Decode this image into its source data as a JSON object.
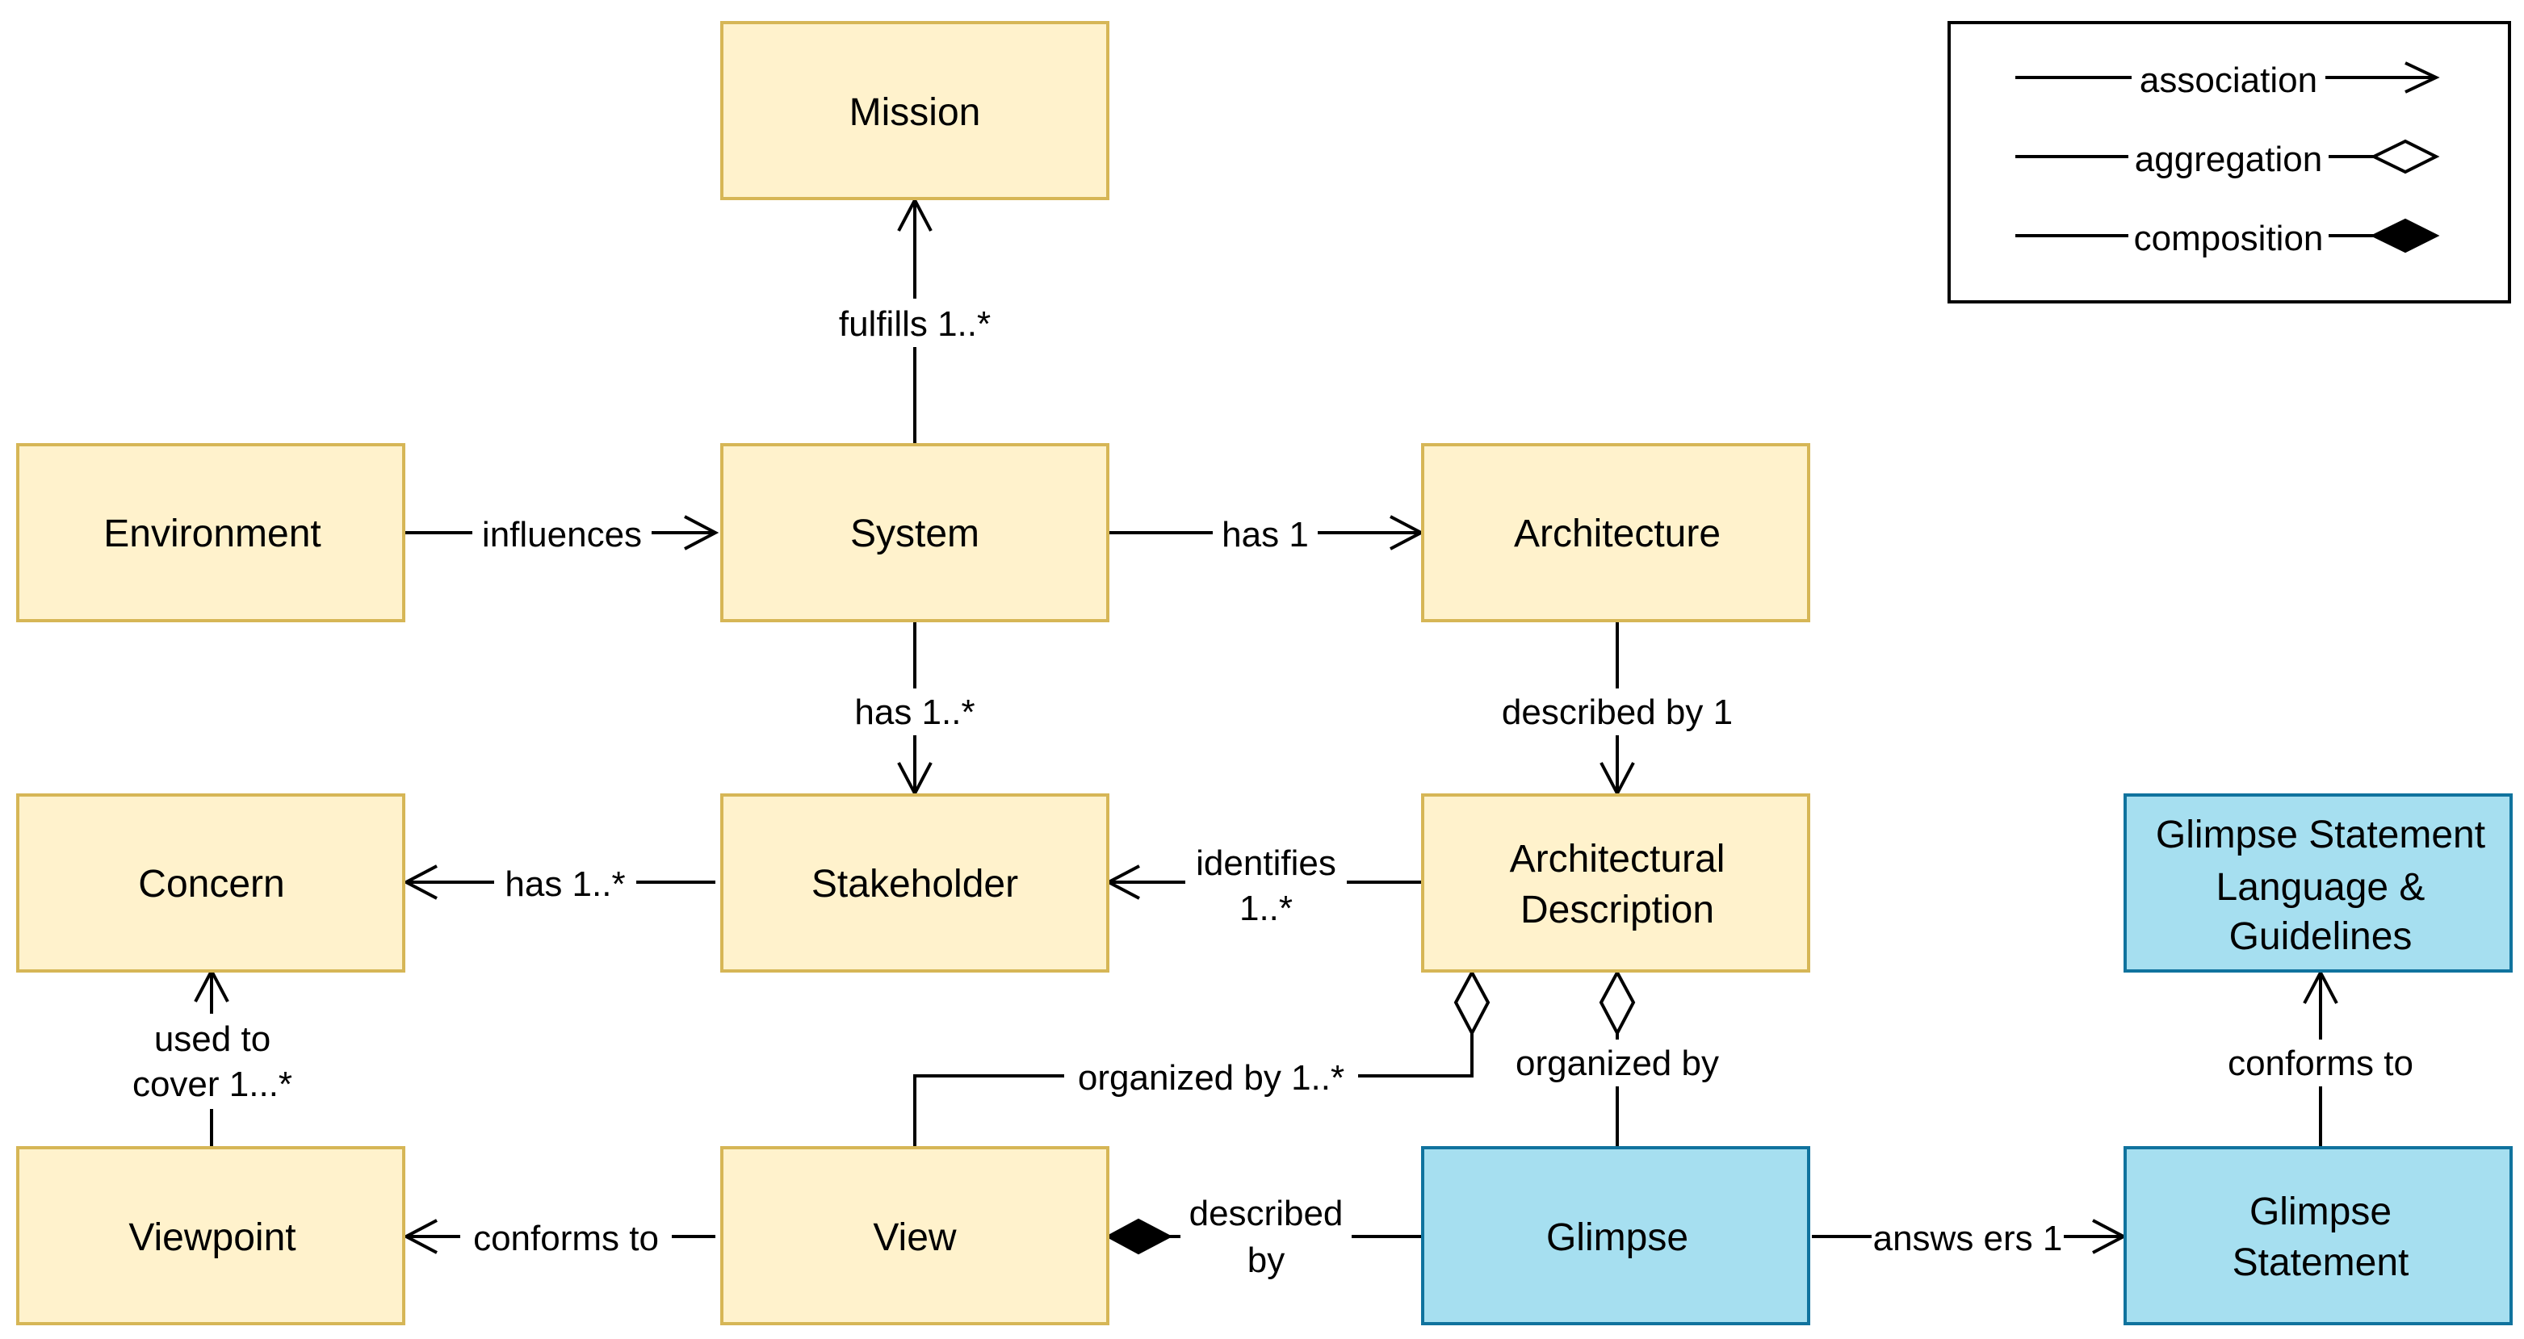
{
  "colors": {
    "class_fill": "#fff2cc",
    "class_stroke": "#d6b656",
    "glimpse_fill": "#a6dff0",
    "glimpse_stroke": "#10739e",
    "line": "#000000"
  },
  "nodes": {
    "mission": {
      "label": "Mission"
    },
    "environment": {
      "label": "Environment"
    },
    "system": {
      "label": "System"
    },
    "architecture": {
      "label": "Architecture"
    },
    "concern": {
      "label": "Concern"
    },
    "stakeholder": {
      "label": "Stakeholder"
    },
    "arch_description": {
      "lines": [
        "Architectural",
        "Description"
      ]
    },
    "gsl": {
      "lines": [
        "Glimpse Statement",
        "Language &",
        "Guidelines"
      ]
    },
    "viewpoint": {
      "label": "Viewpoint"
    },
    "view": {
      "label": "View"
    },
    "glimpse": {
      "label": "Glimpse"
    },
    "glimpse_statement": {
      "lines": [
        "Glimpse",
        "Statement"
      ]
    }
  },
  "edges": {
    "fulfills": {
      "label": "fulfills 1..*",
      "kind": "association"
    },
    "influences": {
      "label": "influences",
      "kind": "association"
    },
    "system_has_architecture": {
      "label": "has 1",
      "kind": "association"
    },
    "system_has_stakeholder": {
      "label": "has 1..*",
      "kind": "association"
    },
    "described_by_1": {
      "label": "described by 1",
      "kind": "association"
    },
    "stakeholder_has_concern": {
      "label": "has 1..*",
      "kind": "association"
    },
    "identifies": {
      "lines": [
        "identifies",
        "1..*"
      ],
      "kind": "association"
    },
    "used_to_cover": {
      "lines": [
        "used to",
        "cover 1...*"
      ],
      "kind": "association"
    },
    "organized_by_view": {
      "label": "organized by 1..*",
      "kind": "aggregation"
    },
    "organized_by_glimpse": {
      "label": "organized by",
      "kind": "aggregation"
    },
    "conforms_to_gsl": {
      "label": "conforms to",
      "kind": "association"
    },
    "conforms_to_viewpoint": {
      "label": "conforms to",
      "kind": "association"
    },
    "view_described_by": {
      "lines": [
        "described",
        "by"
      ],
      "kind": "composition"
    },
    "answers": {
      "label": "answs ers 1",
      "kind": "association"
    }
  },
  "legend": {
    "association": "association",
    "aggregation": "aggregation",
    "composition": "composition"
  }
}
